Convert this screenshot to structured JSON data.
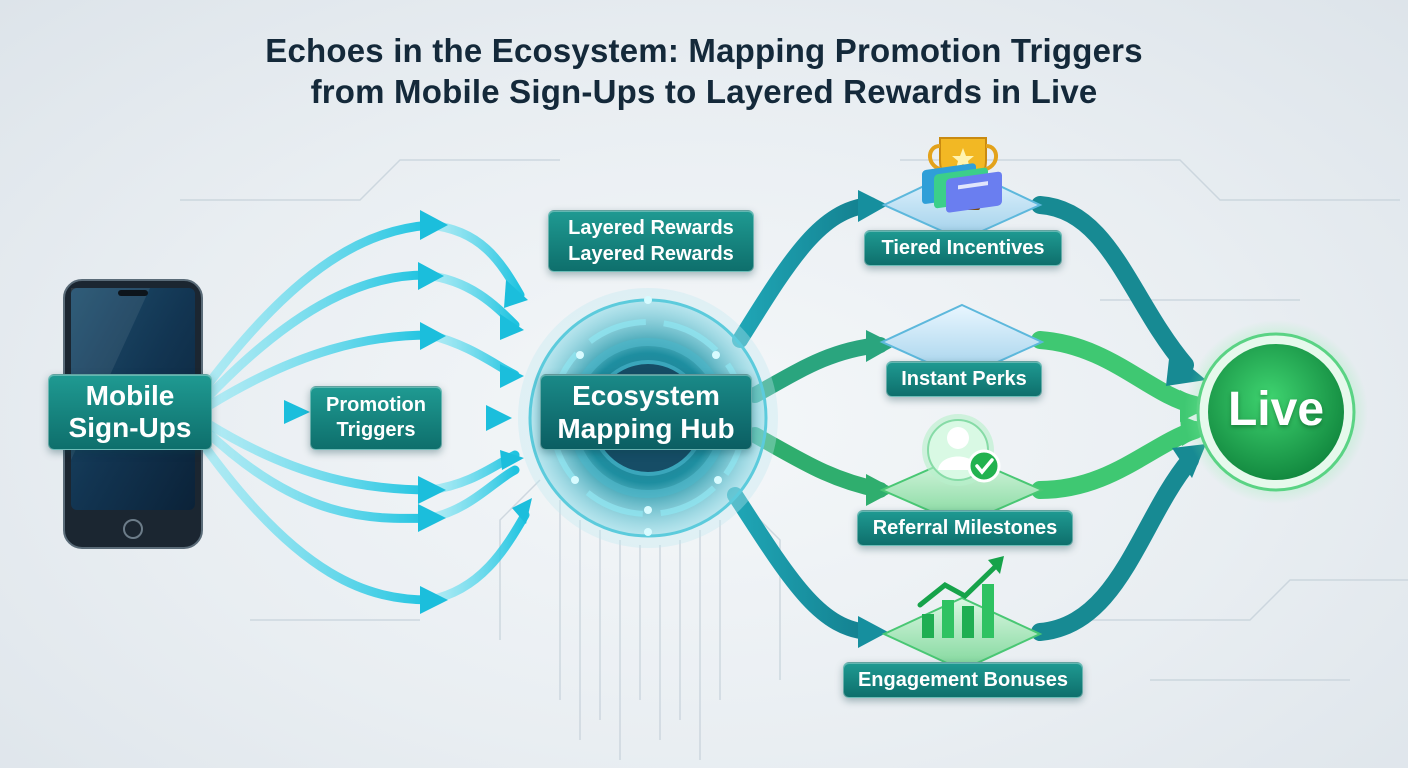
{
  "title": {
    "line1": "Echoes in the Ecosystem: Mapping Promotion Triggers",
    "line2": "from Mobile Sign-Ups to Layered Rewards in Live"
  },
  "source": {
    "line1": "Mobile",
    "line2": "Sign-Ups"
  },
  "trigger": {
    "line1": "Promotion",
    "line2": "Triggers"
  },
  "hub_caption": {
    "line1": "Layered Rewards",
    "line2": "Layered Rewards"
  },
  "hub": {
    "line1": "Ecosystem",
    "line2": "Mapping Hub"
  },
  "rewards": [
    {
      "label": "Tiered Incentives",
      "icon": "trophy-icon"
    },
    {
      "label": "Instant Perks",
      "icon": "cards-icon"
    },
    {
      "label": "Referral Milestones",
      "icon": "user-check-icon"
    },
    {
      "label": "Engagement Bonuses",
      "icon": "growth-chart-icon"
    }
  ],
  "destination": {
    "label": "Live"
  },
  "colors": {
    "title": "#14293a",
    "cyan_flow": "#2fd0e8",
    "teal_flow": "#1a8a93",
    "green_flow": "#36c46a",
    "label_teal": "#137e7a",
    "live_green": "#22a652"
  }
}
